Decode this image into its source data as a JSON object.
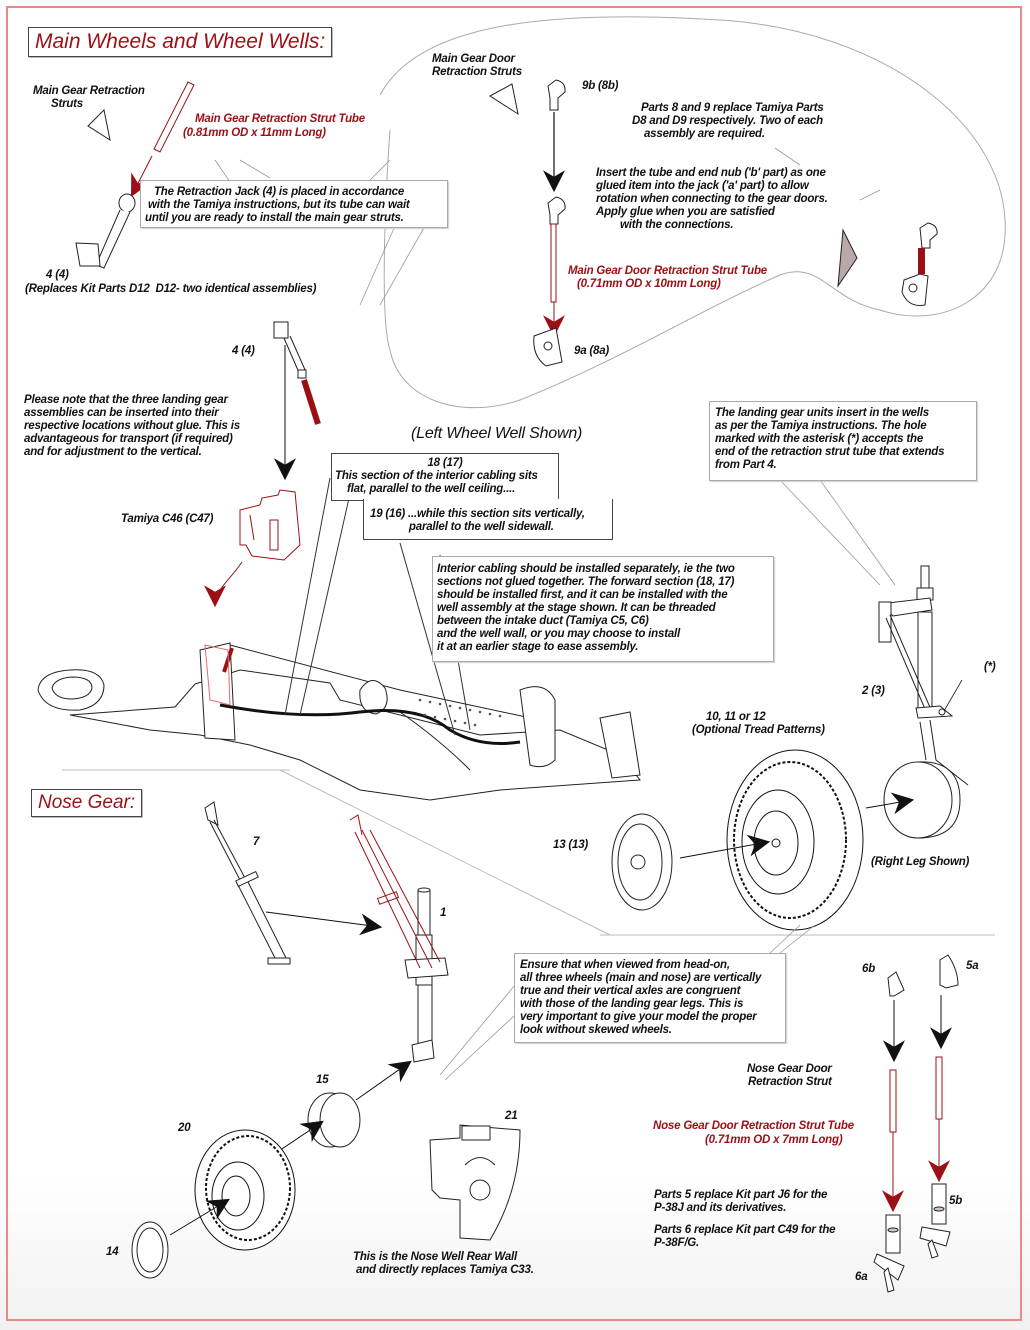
{
  "colors": {
    "accent_red": "#9b1014",
    "frame_border": "#e88a8a",
    "line_gray": "#999999",
    "ink": "#111111"
  },
  "sections": {
    "main": {
      "heading": "Main Wheels and Wheel Wells:"
    },
    "nose": {
      "heading": "Nose Gear:"
    }
  },
  "main_gear": {
    "retraction_struts_label": "Main Gear Retraction\n      Struts",
    "strut_tube_label": "Main Gear Retraction Strut Tube",
    "strut_tube_dims": "(0.81mm OD x 11mm Long)",
    "retraction_jack_note": "   The Retraction Jack (4) is placed in accordance\n with the Tamiya instructions, but its tube can wait\nuntil you are ready to install the main gear struts.",
    "part_4_label": "4 (4)",
    "part_4_replaces": "(Replaces Kit Parts D12  D12- two identical assemblies)",
    "part_4_label_2": "4 (4)",
    "door_struts_label": "Main Gear Door\nRetraction Struts",
    "part_9b_label": "9b (8b)",
    "parts_8_9_note": "   Parts 8 and 9 replace Tamiya Parts\nD8 and D9 respectively. Two of each\n    assembly are required.",
    "insert_tube_note": "Insert the tube and end nub ('b' part) as one\nglued item into the jack ('a' part) to allow\nrotation when connecting to the gear doors.\nApply glue when you are satisfied\n        with the connections.",
    "door_tube_label": "Main Gear Door Retraction Strut Tube",
    "door_tube_dims": "   (0.71mm OD x 10mm Long)",
    "part_9a_label": "9a (8a)",
    "glue_note": "Please note that the three landing gear\nassemblies can be inserted into their\nrespective locations without glue. This is\nadvantageous for transport (if required)\nand for adjustment to the vertical.",
    "left_well_caption": "(Left Wheel Well Shown)",
    "tamiya_c46_label": "Tamiya C46 (C47)",
    "cabling_18_title": "18 (17)",
    "cabling_18_text": "This section of the interior cabling sits\n    flat, parallel to the well ceiling....",
    "cabling_19_text": "19 (16) ...while this section sits vertically,\n             parallel to the well sidewall.",
    "cabling_install_note": "Interior cabling should be installed separately, ie the two\nsections not glued together. The forward section (18, 17)\nshould be installed first, and it can be installed with the\nwell assembly at the stage shown. It can be threaded\nbetween the intake duct (Tamiya C5, C6)\nand the well wall, or you may choose to install\nit at an earlier stage to ease assembly.",
    "landing_units_note": "The landing gear units insert in the wells\nas per the Tamiya instructions. The hole\nmarked with the asterisk (*) accepts the\nend of the retraction strut tube that extends\nfrom Part 4.",
    "asterisk_label": "(*)",
    "part_2_label": "2 (3)",
    "tread_label": "10, 11 or 12",
    "tread_sublabel": "(Optional Tread Patterns)",
    "part_13_label": "13 (13)",
    "right_leg_caption": "(Right Leg Shown)"
  },
  "nose_gear": {
    "part_7_label": "7",
    "part_1_label": "1",
    "part_15_label": "15",
    "part_20_label": "20",
    "part_14_label": "14",
    "part_21_label": "21",
    "rear_wall_note": "This is the Nose Well Rear Wall\n and directly replaces Tamiya C33.",
    "alignment_note": "Ensure that when viewed from head-on,\nall three wheels (main and nose) are vertically\ntrue and their vertical axles are congruent\nwith those of the landing gear legs. This is\nvery important to give your model the proper\nlook without skewed wheels.",
    "part_6b_label": "6b",
    "part_5a_label": "5a",
    "door_strut_label": "Nose Gear Door\n Retraction Strut",
    "door_tube_label": "Nose Gear Door Retraction Strut Tube",
    "door_tube_dims": "(0.71mm OD x 7mm Long)",
    "parts_5_note": "Parts 5 replace Kit part J6 for the\nP-38J and its derivatives.",
    "parts_6_note": "Parts 6 replace Kit part C49 for the\nP-38F/G.",
    "part_5b_label": "5b",
    "part_6a_label": "6a"
  }
}
